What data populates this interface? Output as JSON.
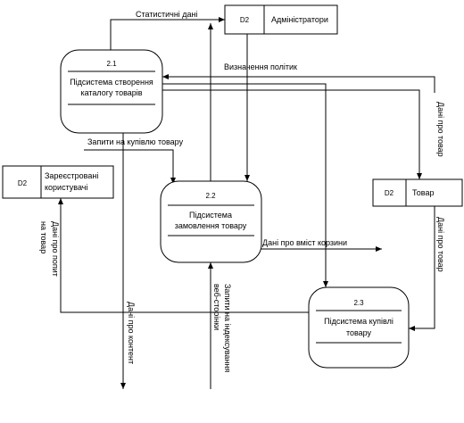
{
  "processes": {
    "p21": {
      "number": "2.1",
      "line1": "Підсистема створення",
      "line2": "каталогу товарів"
    },
    "p22": {
      "number": "2.2",
      "line1": "Підсистема",
      "line2": "замовлення товару"
    },
    "p23": {
      "number": "2.3",
      "line1": "Підсистема купівлі",
      "line2": "товару"
    }
  },
  "stores": {
    "admins": {
      "id": "D2",
      "name": "Адміністратори"
    },
    "users": {
      "id": "D2",
      "name_line1": "Зареєстровані",
      "name_line2": "користувачі"
    },
    "products": {
      "id": "D2",
      "name": "Товар"
    }
  },
  "flows": {
    "stats": "Статистичні дані",
    "policy": "Визначення політик",
    "purchase_requests": "Запити на купівлю товару",
    "product_data_1": "Дані про товар",
    "product_data_2": "Дані про товар",
    "demand_line1": "Дані про попит",
    "demand_line2": "на товар",
    "cart": "Дані про вміст корзини",
    "content": "Дані про контент",
    "index_line1": "Запити на індексування",
    "index_line2": "веб-сторінки"
  }
}
